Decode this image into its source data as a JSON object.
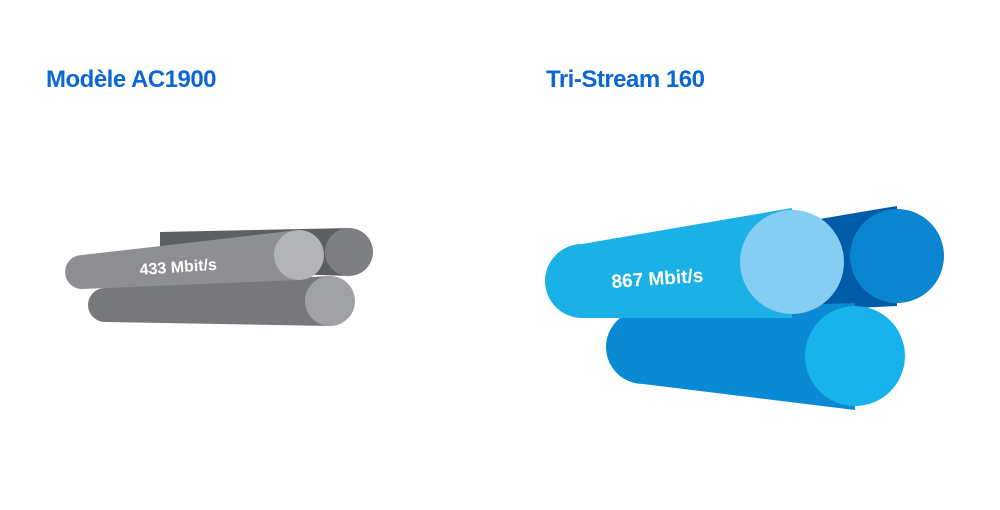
{
  "left_panel": {
    "title": "Modèle AC1900",
    "rate_label": "433 Mbit/s",
    "colors": {
      "tube_back": "#5d5f63",
      "tube_back_cap": "#7d7f83",
      "tube_front": "#8d8f93",
      "tube_front_cap": "#b3b4b7",
      "tube_bottom": "#76787c",
      "tube_bottom_cap": "#a1a2a5"
    }
  },
  "right_panel": {
    "title": "Tri-Stream 160",
    "rate_label": "867 Mbit/s",
    "colors": {
      "tube_back": "#005ba8",
      "tube_back_cap": "#0a86d0",
      "tube_front": "#1bb0e6",
      "tube_front_cap": "#85cdf3",
      "tube_bottom": "#0a8ad2",
      "tube_bottom_cap": "#18b2ec"
    }
  },
  "title_color": "#0b67d1"
}
